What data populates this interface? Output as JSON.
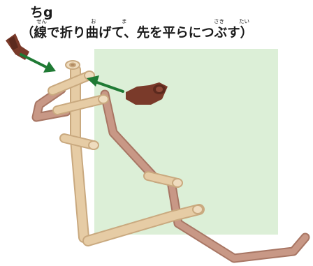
{
  "title": "ちg",
  "instruction": "（線で折り曲げて、先を平らにつぶす）",
  "furigana": {
    "sen": "せん",
    "o": "お",
    "ma": "ま",
    "saki": "さき",
    "tai": "たい"
  },
  "colors": {
    "background_panel": "#dcefd7",
    "light_tube": "#e6cca5",
    "light_tube_shade": "#c9a97f",
    "dark_tube": "#c89886",
    "dark_tube_shade": "#a87664",
    "end_piece": "#7a3a2a",
    "arrow": "#1f7a34"
  }
}
